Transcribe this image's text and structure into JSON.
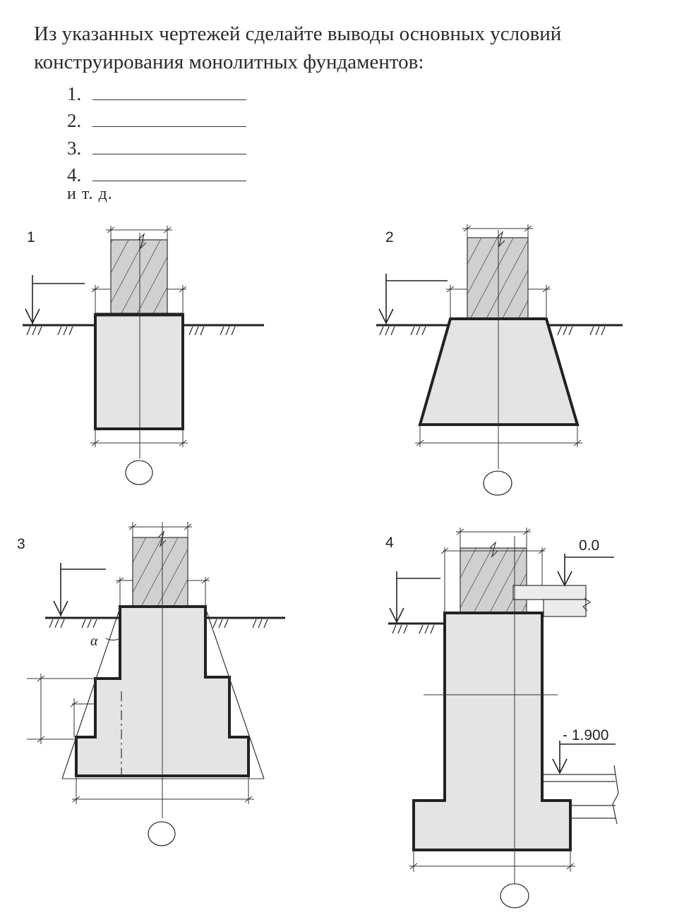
{
  "task": {
    "text": "Из указанных чертежей сделайте выводы основных условий конструирования монолитных фундаментов:",
    "items": [
      "1.",
      "2.",
      "3.",
      "4."
    ],
    "etc": "и  т. д."
  },
  "figures": [
    {
      "label": "1",
      "shape": "rectangular-block"
    },
    {
      "label": "2",
      "shape": "trapezoidal"
    },
    {
      "label": "3",
      "shape": "stepped",
      "angle_label": "α"
    },
    {
      "label": "4",
      "shape": "basement-wall-foundation",
      "elevations": [
        "0.0",
        "- 1.900"
      ]
    }
  ],
  "colors": {
    "foundation_fill": "#e4e4e4",
    "column_fill": "#d0d0d0",
    "outline": "#222222"
  }
}
